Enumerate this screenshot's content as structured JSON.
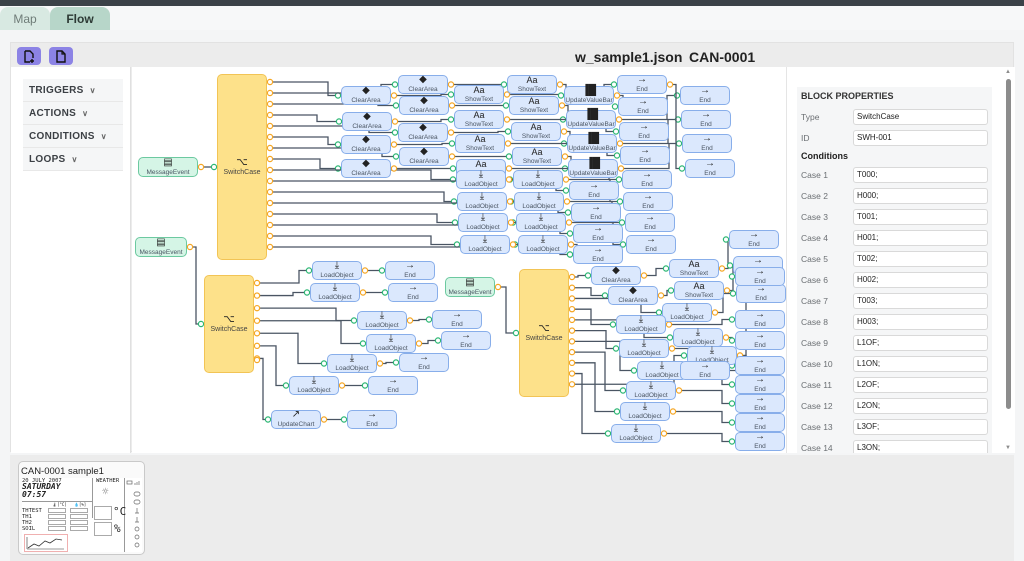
{
  "tabs": [
    {
      "label": "Map",
      "active": false
    },
    {
      "label": "Flow",
      "active": true
    }
  ],
  "toolbar": {
    "buttons": [
      {
        "name": "new-file-button",
        "icon": "file-plus-icon"
      },
      {
        "name": "open-file-button",
        "icon": "file-icon"
      }
    ],
    "filename": "w_sample1.json",
    "device_id": "CAN-0001"
  },
  "sidebar": {
    "items": [
      {
        "label": "TRIGGERS"
      },
      {
        "label": "ACTIONS"
      },
      {
        "label": "CONDITIONS"
      },
      {
        "label": "LOOPS"
      }
    ]
  },
  "flow": {
    "nodes": [
      {
        "id": "me1",
        "type": "trigger",
        "label": "MessageEvent",
        "icon": "message-icon"
      },
      {
        "id": "sw1",
        "type": "cond",
        "label": "SwitchCase",
        "icon": "switch-icon"
      },
      {
        "id": "ca1",
        "type": "action",
        "label": "ClearArea",
        "icon": "eraser-icon"
      },
      {
        "id": "ca2",
        "type": "action",
        "label": "ClearArea",
        "icon": "eraser-icon"
      },
      {
        "id": "ca3",
        "type": "action",
        "label": "ClearArea",
        "icon": "eraser-icon"
      },
      {
        "id": "ca4",
        "type": "action",
        "label": "ClearArea",
        "icon": "eraser-icon"
      },
      {
        "id": "ca5",
        "type": "action",
        "label": "ClearArea",
        "icon": "eraser-icon"
      },
      {
        "id": "ca6",
        "type": "action",
        "label": "ClearArea",
        "icon": "eraser-icon"
      },
      {
        "id": "ca7",
        "type": "action",
        "label": "ClearArea",
        "icon": "eraser-icon"
      },
      {
        "id": "ca8",
        "type": "action",
        "label": "ClearArea",
        "icon": "eraser-icon"
      },
      {
        "id": "st1",
        "type": "action",
        "label": "ShowText",
        "icon": "text-icon"
      },
      {
        "id": "st2",
        "type": "action",
        "label": "ShowText",
        "icon": "text-icon"
      },
      {
        "id": "st3",
        "type": "action",
        "label": "ShowText",
        "icon": "text-icon"
      },
      {
        "id": "st4",
        "type": "action",
        "label": "ShowText",
        "icon": "text-icon"
      },
      {
        "id": "st5",
        "type": "action",
        "label": "ShowText",
        "icon": "text-icon"
      },
      {
        "id": "st6",
        "type": "action",
        "label": "ShowText",
        "icon": "text-icon"
      },
      {
        "id": "st7",
        "type": "action",
        "label": "ShowText",
        "icon": "text-icon"
      },
      {
        "id": "st8",
        "type": "action",
        "label": "ShowText",
        "icon": "text-icon"
      },
      {
        "id": "uv1",
        "type": "action",
        "label": "UpdateValueBar",
        "icon": "bar-chart-icon"
      },
      {
        "id": "uv2",
        "type": "action",
        "label": "UpdateValueBar",
        "icon": "bar-chart-icon"
      },
      {
        "id": "uv3",
        "type": "action",
        "label": "UpdateValueBar",
        "icon": "bar-chart-icon"
      },
      {
        "id": "uv4",
        "type": "action",
        "label": "UpdateValueBar",
        "icon": "bar-chart-icon"
      },
      {
        "id": "lo1",
        "type": "action",
        "label": "LoadObject",
        "icon": "download-icon"
      },
      {
        "id": "lo2",
        "type": "action",
        "label": "LoadObject",
        "icon": "download-icon"
      },
      {
        "id": "lo3",
        "type": "action",
        "label": "LoadObject",
        "icon": "download-icon"
      },
      {
        "id": "lo4",
        "type": "action",
        "label": "LoadObject",
        "icon": "download-icon"
      },
      {
        "id": "lo5",
        "type": "action",
        "label": "LoadObject",
        "icon": "download-icon"
      },
      {
        "id": "lo6",
        "type": "action",
        "label": "LoadObject",
        "icon": "download-icon"
      },
      {
        "id": "lo7",
        "type": "action",
        "label": "LoadObject",
        "icon": "download-icon"
      },
      {
        "id": "lo8",
        "type": "action",
        "label": "LoadObject",
        "icon": "download-icon"
      },
      {
        "id": "e1",
        "type": "action",
        "label": "End",
        "icon": "arrow-right-icon"
      },
      {
        "id": "e2",
        "type": "action",
        "label": "End",
        "icon": "arrow-right-icon"
      },
      {
        "id": "e3",
        "type": "action",
        "label": "End",
        "icon": "arrow-right-icon"
      },
      {
        "id": "e4",
        "type": "action",
        "label": "End",
        "icon": "arrow-right-icon"
      },
      {
        "id": "e5",
        "type": "action",
        "label": "End",
        "icon": "arrow-right-icon"
      },
      {
        "id": "e6",
        "type": "action",
        "label": "End",
        "icon": "arrow-right-icon"
      },
      {
        "id": "e7",
        "type": "action",
        "label": "End",
        "icon": "arrow-right-icon"
      },
      {
        "id": "e8",
        "type": "action",
        "label": "End",
        "icon": "arrow-right-icon"
      },
      {
        "id": "e9",
        "type": "action",
        "label": "End",
        "icon": "arrow-right-icon"
      },
      {
        "id": "e10",
        "type": "action",
        "label": "End",
        "icon": "arrow-right-icon"
      },
      {
        "id": "e11",
        "type": "action",
        "label": "End",
        "icon": "arrow-right-icon"
      },
      {
        "id": "e12",
        "type": "action",
        "label": "End",
        "icon": "arrow-right-icon"
      },
      {
        "id": "e13",
        "type": "action",
        "label": "End",
        "icon": "arrow-right-icon"
      },
      {
        "id": "e14",
        "type": "action",
        "label": "End",
        "icon": "arrow-right-icon"
      },
      {
        "id": "e15",
        "type": "action",
        "label": "End",
        "icon": "arrow-right-icon"
      },
      {
        "id": "e16",
        "type": "action",
        "label": "End",
        "icon": "arrow-right-icon"
      },
      {
        "id": "me2",
        "type": "trigger",
        "label": "MessageEvent",
        "icon": "message-icon"
      },
      {
        "id": "sw2",
        "type": "cond",
        "label": "SwitchCase",
        "icon": "switch-icon"
      },
      {
        "id": "lb1",
        "type": "action",
        "label": "LoadObject",
        "icon": "download-icon"
      },
      {
        "id": "lb2",
        "type": "action",
        "label": "LoadObject",
        "icon": "download-icon"
      },
      {
        "id": "lb3",
        "type": "action",
        "label": "LoadObject",
        "icon": "download-icon"
      },
      {
        "id": "lb4",
        "type": "action",
        "label": "LoadObject",
        "icon": "download-icon"
      },
      {
        "id": "lb5",
        "type": "action",
        "label": "LoadObject",
        "icon": "download-icon"
      },
      {
        "id": "lb6",
        "type": "action",
        "label": "LoadObject",
        "icon": "download-icon"
      },
      {
        "id": "uc1",
        "type": "action",
        "label": "UpdateChart",
        "icon": "line-chart-icon"
      },
      {
        "id": "eb1",
        "type": "action",
        "label": "End",
        "icon": "arrow-right-icon"
      },
      {
        "id": "eb2",
        "type": "action",
        "label": "End",
        "icon": "arrow-right-icon"
      },
      {
        "id": "eb3",
        "type": "action",
        "label": "End",
        "icon": "arrow-right-icon"
      },
      {
        "id": "eb4",
        "type": "action",
        "label": "End",
        "icon": "arrow-right-icon"
      },
      {
        "id": "eb5",
        "type": "action",
        "label": "End",
        "icon": "arrow-right-icon"
      },
      {
        "id": "eb6",
        "type": "action",
        "label": "End",
        "icon": "arrow-right-icon"
      },
      {
        "id": "eb7",
        "type": "action",
        "label": "End",
        "icon": "arrow-right-icon"
      },
      {
        "id": "me3",
        "type": "trigger",
        "label": "MessageEvent",
        "icon": "message-icon"
      },
      {
        "id": "sw3",
        "type": "cond",
        "label": "SwitchCase",
        "icon": "switch-icon"
      },
      {
        "id": "cc1",
        "type": "action",
        "label": "ClearArea",
        "icon": "eraser-icon"
      },
      {
        "id": "cc2",
        "type": "action",
        "label": "ClearArea",
        "icon": "eraser-icon"
      },
      {
        "id": "sc1",
        "type": "action",
        "label": "ShowText",
        "icon": "text-icon"
      },
      {
        "id": "sc2",
        "type": "action",
        "label": "ShowText",
        "icon": "text-icon"
      },
      {
        "id": "lc1",
        "type": "action",
        "label": "LoadObject",
        "icon": "download-icon"
      },
      {
        "id": "lc2",
        "type": "action",
        "label": "LoadObject",
        "icon": "download-icon"
      },
      {
        "id": "lc3",
        "type": "action",
        "label": "LoadObject",
        "icon": "download-icon"
      },
      {
        "id": "lc4",
        "type": "action",
        "label": "LoadObject",
        "icon": "download-icon"
      },
      {
        "id": "lc5",
        "type": "action",
        "label": "LoadObject",
        "icon": "download-icon"
      },
      {
        "id": "lc6",
        "type": "action",
        "label": "LoadObject",
        "icon": "download-icon"
      },
      {
        "id": "lc7",
        "type": "action",
        "label": "LoadObject",
        "icon": "download-icon"
      },
      {
        "id": "lc8",
        "type": "action",
        "label": "LoadObject",
        "icon": "download-icon"
      },
      {
        "id": "lc9",
        "type": "action",
        "label": "LoadObject",
        "icon": "download-icon"
      },
      {
        "id": "ec1",
        "type": "action",
        "label": "End",
        "icon": "arrow-right-icon"
      },
      {
        "id": "ec2",
        "type": "action",
        "label": "End",
        "icon": "arrow-right-icon"
      },
      {
        "id": "ec3",
        "type": "action",
        "label": "End",
        "icon": "arrow-right-icon"
      },
      {
        "id": "ec4",
        "type": "action",
        "label": "End",
        "icon": "arrow-right-icon"
      },
      {
        "id": "ec5",
        "type": "action",
        "label": "End",
        "icon": "arrow-right-icon"
      },
      {
        "id": "ec6",
        "type": "action",
        "label": "End",
        "icon": "arrow-right-icon"
      },
      {
        "id": "ec7",
        "type": "action",
        "label": "End",
        "icon": "arrow-right-icon"
      },
      {
        "id": "ec8",
        "type": "action",
        "label": "End",
        "icon": "arrow-right-icon"
      },
      {
        "id": "ec9",
        "type": "action",
        "label": "End",
        "icon": "arrow-right-icon"
      },
      {
        "id": "ec10",
        "type": "action",
        "label": "End",
        "icon": "arrow-right-icon"
      },
      {
        "id": "ec11",
        "type": "action",
        "label": "End",
        "icon": "arrow-right-icon"
      },
      {
        "id": "ec12",
        "type": "action",
        "label": "End",
        "icon": "arrow-right-icon"
      }
    ],
    "edges": [
      [
        "me1",
        "sw1"
      ],
      [
        "sw1",
        "ca2"
      ],
      [
        "sw1",
        "ca1"
      ],
      [
        "sw1",
        "ca3"
      ],
      [
        "sw1",
        "ca4"
      ],
      [
        "sw1",
        "ca5"
      ],
      [
        "sw1",
        "ca6"
      ],
      [
        "sw1",
        "ca7"
      ],
      [
        "sw1",
        "ca8"
      ],
      [
        "sw1",
        "lo1"
      ],
      [
        "sw1",
        "lo2"
      ],
      [
        "sw1",
        "lo3"
      ],
      [
        "sw1",
        "lo4"
      ],
      [
        "sw1",
        "lo5"
      ],
      [
        "sw1",
        "lo6"
      ],
      [
        "sw1",
        "lo7"
      ],
      [
        "sw1",
        "lo8"
      ],
      [
        "ca2",
        "st2"
      ],
      [
        "ca1",
        "st1"
      ],
      [
        "ca3",
        "st3"
      ],
      [
        "ca4",
        "st4"
      ],
      [
        "ca5",
        "st5"
      ],
      [
        "ca6",
        "st6"
      ],
      [
        "ca7",
        "st7"
      ],
      [
        "ca8",
        "st8"
      ],
      [
        "st2",
        "e1"
      ],
      [
        "st1",
        "uv1"
      ],
      [
        "st3",
        "uv2"
      ],
      [
        "st4",
        "e3"
      ],
      [
        "st5",
        "uv3"
      ],
      [
        "st6",
        "e4"
      ],
      [
        "st7",
        "uv4"
      ],
      [
        "st8",
        "e5"
      ],
      [
        "uv1",
        "e2"
      ],
      [
        "uv2",
        "e13"
      ],
      [
        "uv3",
        "e14"
      ],
      [
        "uv4",
        "e15"
      ],
      [
        "e1",
        "e16"
      ],
      [
        "lo1",
        "e6"
      ],
      [
        "lo2",
        "e7"
      ],
      [
        "lo3",
        "e8"
      ],
      [
        "lo4",
        "e9"
      ],
      [
        "lo5",
        "e10"
      ],
      [
        "lo6",
        "e11"
      ],
      [
        "lo7",
        "e12"
      ],
      [
        "lo8",
        "e12"
      ],
      [
        "me2",
        "sw2"
      ],
      [
        "sw2",
        "lb1"
      ],
      [
        "sw2",
        "lb2"
      ],
      [
        "sw2",
        "lb3"
      ],
      [
        "sw2",
        "lb4"
      ],
      [
        "sw2",
        "lb5"
      ],
      [
        "sw2",
        "lb6"
      ],
      [
        "sw2",
        "uc1"
      ],
      [
        "lb1",
        "eb1"
      ],
      [
        "lb2",
        "eb2"
      ],
      [
        "lb3",
        "eb3"
      ],
      [
        "lb4",
        "eb4"
      ],
      [
        "lb5",
        "eb5"
      ],
      [
        "lb6",
        "eb6"
      ],
      [
        "uc1",
        "eb7"
      ],
      [
        "me3",
        "sw3"
      ],
      [
        "sw3",
        "cc1"
      ],
      [
        "sw3",
        "cc2"
      ],
      [
        "sw3",
        "lc1"
      ],
      [
        "sw3",
        "lc2"
      ],
      [
        "sw3",
        "lc3"
      ],
      [
        "sw3",
        "lc4"
      ],
      [
        "sw3",
        "lc5"
      ],
      [
        "sw3",
        "lc6"
      ],
      [
        "sw3",
        "lc7"
      ],
      [
        "sw3",
        "lc8"
      ],
      [
        "sw3",
        "lc9"
      ],
      [
        "cc1",
        "sc1"
      ],
      [
        "cc2",
        "sc2"
      ],
      [
        "sc1",
        "ec1"
      ],
      [
        "sc2",
        "ec2"
      ],
      [
        "lc1",
        "ec3"
      ],
      [
        "lc2",
        "ec4"
      ],
      [
        "lc3",
        "ec5"
      ],
      [
        "lc4",
        "ec6"
      ],
      [
        "lc5",
        "ec7"
      ],
      [
        "lc6",
        "ec8"
      ],
      [
        "lc7",
        "ec9"
      ],
      [
        "lc8",
        "ec10"
      ],
      [
        "lc9",
        "ec11"
      ],
      [
        "lc9",
        "ec12"
      ]
    ]
  },
  "properties": {
    "heading": "BLOCK PROPERTIES",
    "type_label": "Type",
    "type_value": "SwitchCase",
    "id_label": "ID",
    "id_value": "SWH-001",
    "conditions_label": "Conditions",
    "cases": [
      {
        "label": "Case 1",
        "value": "T000;"
      },
      {
        "label": "Case 2",
        "value": "H000;"
      },
      {
        "label": "Case 3",
        "value": "T001;"
      },
      {
        "label": "Case 4",
        "value": "H001;"
      },
      {
        "label": "Case 5",
        "value": "T002;"
      },
      {
        "label": "Case 6",
        "value": "H002;"
      },
      {
        "label": "Case 7",
        "value": "T003;"
      },
      {
        "label": "Case 8",
        "value": "H003;"
      },
      {
        "label": "Case 9",
        "value": "L1OF;"
      },
      {
        "label": "Case 10",
        "value": "L1ON;"
      },
      {
        "label": "Case 11",
        "value": "L2OF;"
      },
      {
        "label": "Case 12",
        "value": "L2ON;"
      },
      {
        "label": "Case 13",
        "value": "L3OF;"
      },
      {
        "label": "Case 14",
        "value": "L3ON;"
      }
    ]
  },
  "screens": [
    {
      "title": "CAN-0001  sample1",
      "preview": {
        "date": "20 JULY 2007",
        "day": "SATURDAY",
        "time": "07:57",
        "weather_label": "WEATHER",
        "temp_unit": "°C",
        "hum_unit": "%",
        "col1": "🌡[°C]",
        "col2": "💧[%]",
        "rows": [
          "THTEST",
          "TH1",
          "TH2",
          "SOIL"
        ]
      }
    }
  ]
}
